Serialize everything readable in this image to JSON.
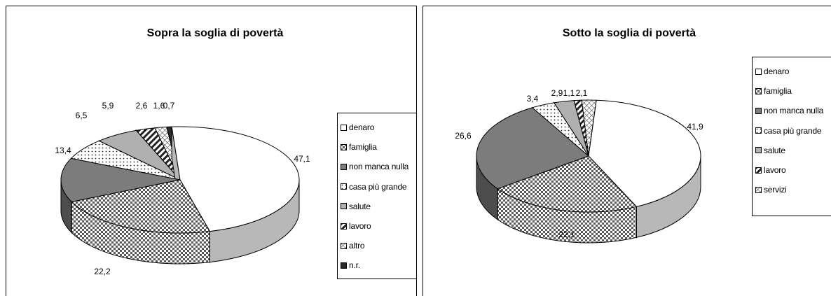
{
  "chart_data": [
    {
      "type": "pie",
      "title": "Sopra la soglia di povertà",
      "categories": [
        "denaro",
        "famiglia",
        "non manca nulla",
        "casa più grande",
        "salute",
        "lavoro",
        "altro",
        "n.r."
      ],
      "values": [
        47.1,
        22.2,
        13.4,
        6.5,
        5.9,
        2.6,
        1.6,
        0.7
      ],
      "data_labels": [
        "47,1",
        "22,2",
        "13,4",
        "6,5",
        "5,9",
        "2,6",
        "1,6",
        "0,7"
      ],
      "legend": "right",
      "style": "3d-exploded"
    },
    {
      "type": "pie",
      "title": "Sotto la soglia di povertà",
      "categories": [
        "denaro",
        "famiglia",
        "non manca nulla",
        "casa più grande",
        "salute",
        "lavoro",
        "servizi"
      ],
      "values": [
        41.9,
        22.1,
        26.6,
        3.4,
        2.9,
        1.1,
        2.1
      ],
      "data_labels": [
        "41,9",
        "22,1",
        "26,6",
        "3,4",
        "2,9",
        "1,1",
        "2,1"
      ],
      "legend": "right",
      "style": "3d-exploded"
    }
  ],
  "fills": {
    "denaro": "#ffffff",
    "famiglia": "#8a8a8a",
    "non manca nulla": "#7c7c7c",
    "casa più grande": "#ffffff",
    "salute": "#b0b0b0",
    "lavoro": "#555555",
    "altro": "#ffffff",
    "servizi": "#ffffff",
    "n.r.": "#2a2a2a"
  }
}
